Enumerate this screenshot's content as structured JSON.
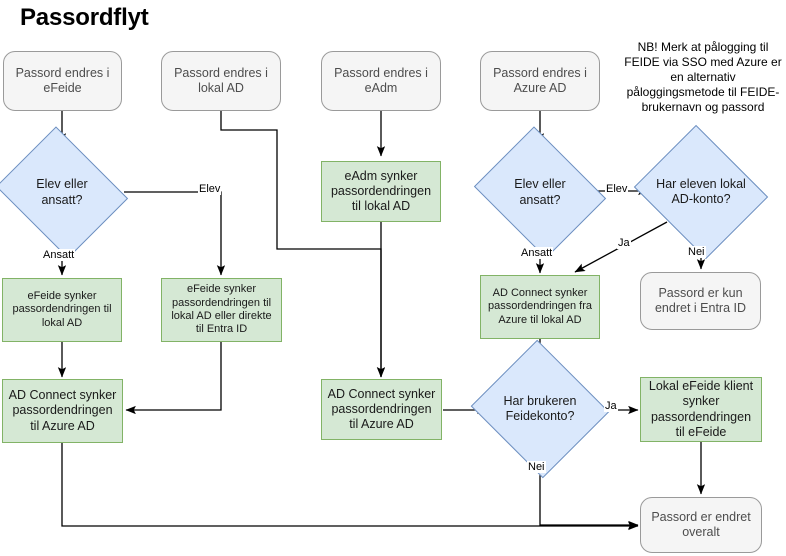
{
  "title": "Passordflyt",
  "colors": {
    "process_fill": "#d5e8d4",
    "process_stroke": "#82b366",
    "decision_fill": "#dae8fc",
    "decision_stroke": "#6c8ebf",
    "terminator_fill": "#f5f5f5",
    "terminator_stroke": "#9a9a9a",
    "edge_stroke": "#000000"
  },
  "note": "NB! Merk at pålogging til FEIDE via SSO med Azure er en alternativ påloggingsmetode til FEIDE-brukernavn og passord",
  "nodes": {
    "start_efeide": "Passord endres i eFeide",
    "start_lokal_ad": "Passord endres i lokal AD",
    "start_eadm": "Passord endres i eAdm",
    "start_azure_ad": "Passord endres i Azure AD",
    "dec_elev_ansatt_left": "Elev eller ansatt?",
    "dec_elev_ansatt_azure": "Elev eller ansatt?",
    "dec_lokal_ad_konto": "Har eleven lokal AD-konto?",
    "dec_feidekonto": "Har brukeren Feidekonto?",
    "proc_efeide_ansatt": "eFeide synker passordendringen til lokal AD",
    "proc_efeide_elev": "eFeide synker passordendringen til lokal AD eller direkte til Entra ID",
    "proc_eadm": "eAdm synker passordendringen til lokal AD",
    "proc_adconnect_left": "AD Connect synker passordendringen til Azure AD",
    "proc_adconnect_mid": "AD Connect synker passordendringen til Azure AD",
    "proc_adconnect_azure": "AD Connect synker passordendringen fra Azure til lokal AD",
    "proc_lokal_efeide_klient": "Lokal eFeide klient synker passordendringen til eFeide",
    "end_entra_only": "Passord er kun endret i Entra ID",
    "end_overalt": "Passord er endret overalt"
  },
  "edge_labels": {
    "elev_left": "Elev",
    "ansatt_left": "Ansatt",
    "elev_azure": "Elev",
    "ansatt_azure": "Ansatt",
    "ja_ad_konto": "Ja",
    "nei_ad_konto": "Nei",
    "ja_feide": "Ja",
    "nei_feide": "Nei"
  }
}
